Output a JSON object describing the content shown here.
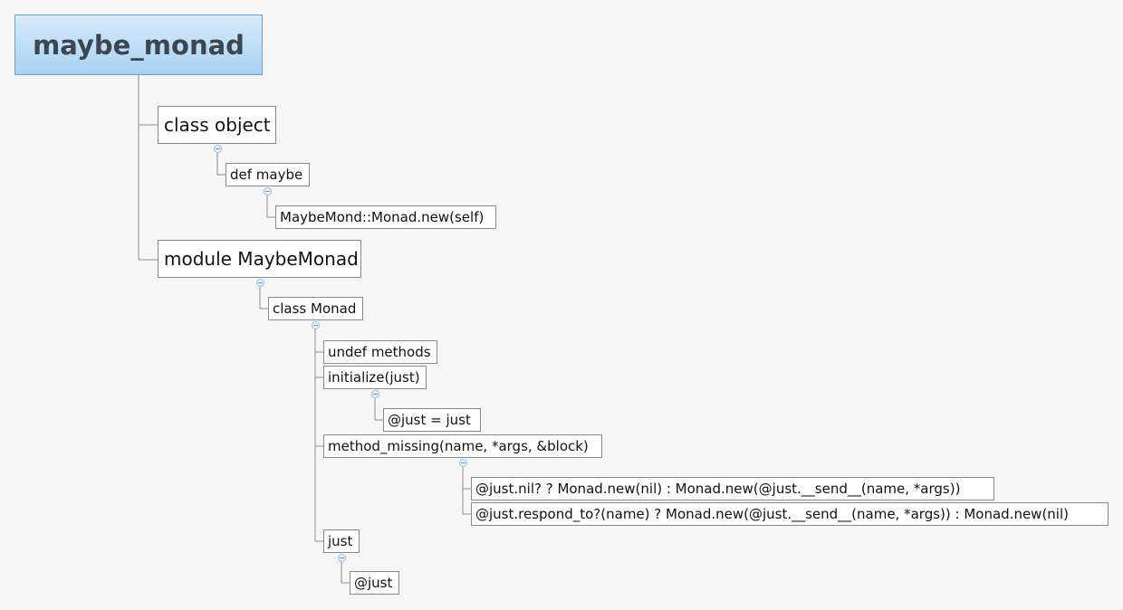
{
  "root": {
    "title": "maybe_monad"
  },
  "nodes": {
    "class_object": "class object",
    "def_maybe": "def maybe",
    "maybemond_new": "MaybeMond::Monad.new(self)",
    "module_maybemonad": "module MaybeMonad",
    "class_monad": "class Monad",
    "undef_methods": "undef methods",
    "initialize": "initialize(just)",
    "just_assign": "@just = just",
    "method_missing": "method_missing(name, *args, &block)",
    "mm_nil": "@just.nil? ? Monad.new(nil) : Monad.new(@just.__send__(name, *args))",
    "mm_respond": "@just.respond_to?(name) ? Monad.new(@just.__send__(name, *args)) : Monad.new(nil)",
    "just": "just",
    "just_ivar": "@just"
  },
  "colors": {
    "background": "#f6f6f6",
    "root_fill_top": "#d7ebfb",
    "root_fill_bottom": "#a9d2f4",
    "node_border": "#8a8a8a",
    "connector": "#8f8f8f",
    "toggle": "#9cbde3"
  },
  "icons": {
    "collapse_toggle": "collapse-toggle-icon"
  }
}
